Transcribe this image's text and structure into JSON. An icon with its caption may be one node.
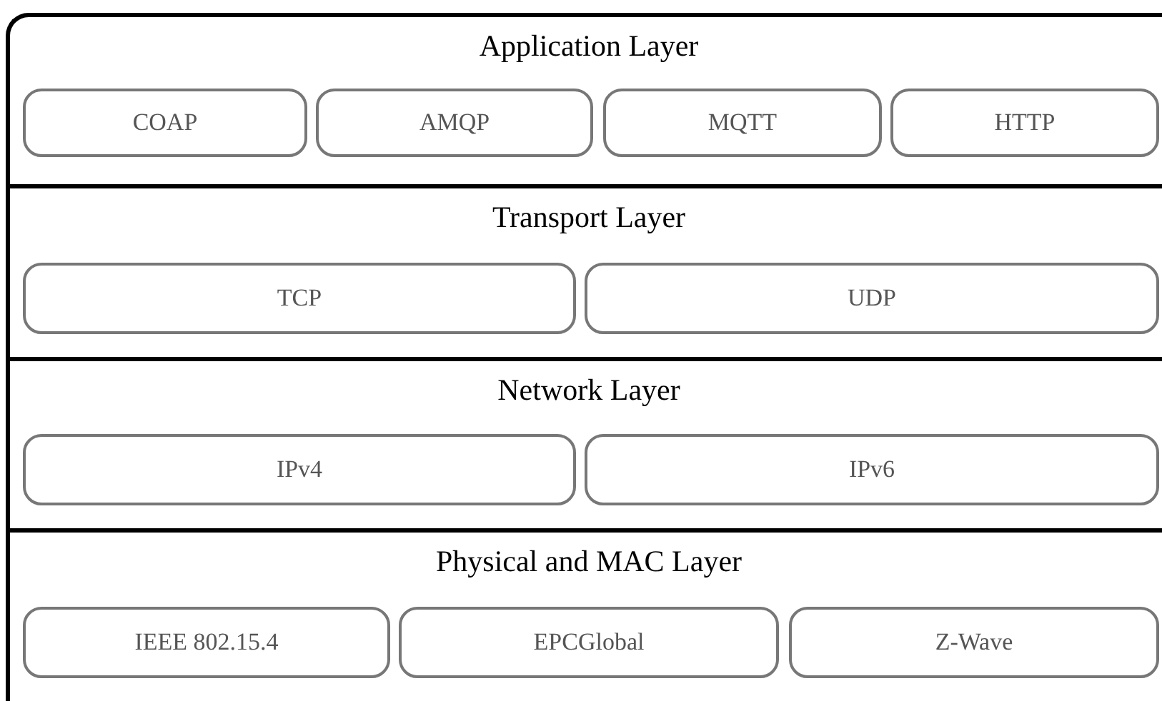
{
  "diagram": {
    "nodes": [
      {
        "text": [
          "Application Layer"
        ]
      },
      {
        "text": [
          "COAP"
        ],
        "in": 0
      },
      {
        "text": [
          "AMQP"
        ],
        "in": 0
      },
      {
        "text": [
          "MQTT"
        ],
        "in": 0
      },
      {
        "text": [
          "HTTP"
        ],
        "in": 0
      },
      {
        "text": [
          "Transport Layer"
        ]
      },
      {
        "text": [
          "TCP"
        ],
        "in": 5
      },
      {
        "text": [
          "UDP"
        ],
        "in": 5
      },
      {
        "text": [
          "Network Layer"
        ]
      },
      {
        "text": [
          "IPv4"
        ],
        "in": 8
      },
      {
        "text": [
          "IPv6"
        ],
        "in": 8
      },
      {
        "text": [
          "Physical and MAC Layer"
        ]
      },
      {
        "text": [
          "IEEE 802.15.4"
        ],
        "in": 11
      },
      {
        "text": [
          "EPCGlobal"
        ],
        "in": 11
      },
      {
        "text": [
          "Z-Wave"
        ],
        "in": 11
      }
    ],
    "edges": []
  }
}
